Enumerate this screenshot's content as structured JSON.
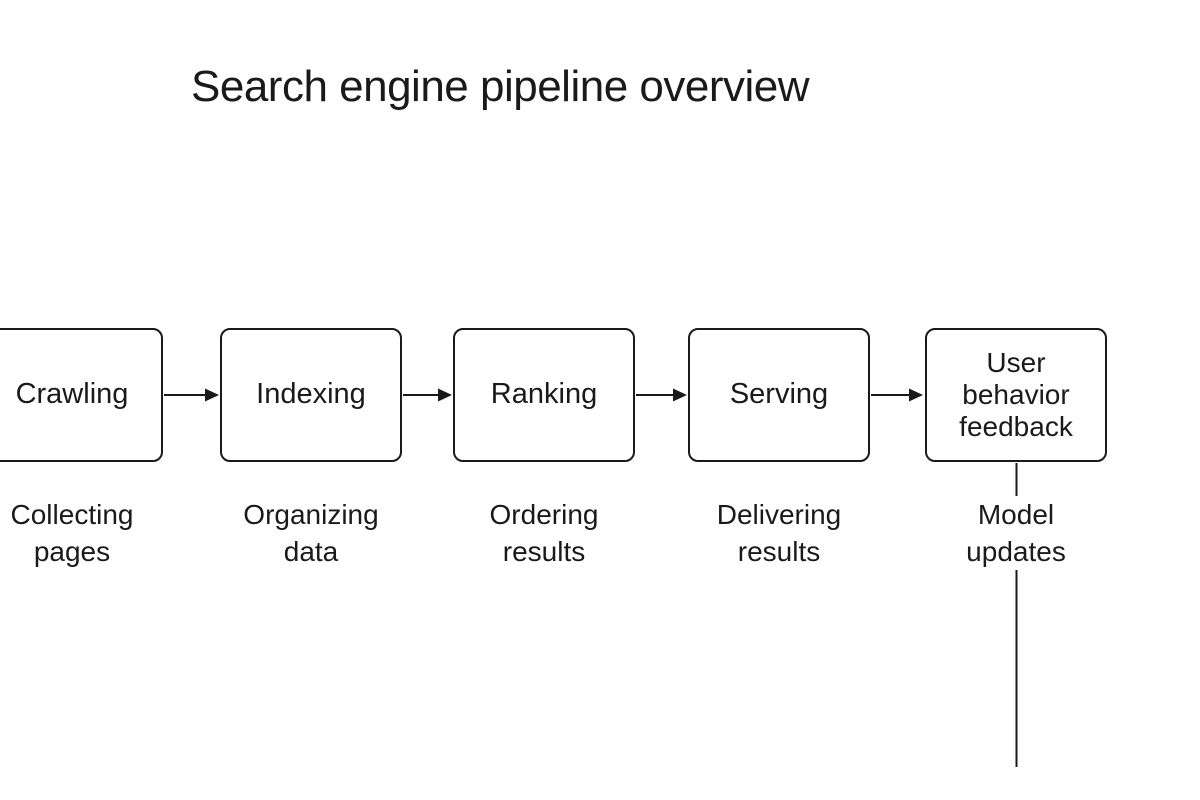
{
  "title": "Search engine pipeline overview",
  "colors": {
    "ink": "#1a1a1a",
    "background": "#ffffff"
  },
  "pipeline": {
    "nodes": [
      {
        "id": "crawling",
        "label": "Crawling",
        "caption": "Collecting\npages"
      },
      {
        "id": "indexing",
        "label": "Indexing",
        "caption": "Organizing\ndata"
      },
      {
        "id": "ranking",
        "label": "Ranking",
        "caption": "Ordering\nresults"
      },
      {
        "id": "serving",
        "label": "Serving",
        "caption": "Delivering\nresults"
      },
      {
        "id": "user-behavior-feedback",
        "label": "User\nbehavior\nfeedback",
        "caption": "Model\nupdates"
      }
    ],
    "edges": [
      {
        "from": "crawling",
        "to": "indexing",
        "style": "arrow-right"
      },
      {
        "from": "indexing",
        "to": "ranking",
        "style": "arrow-right"
      },
      {
        "from": "ranking",
        "to": "serving",
        "style": "arrow-right"
      },
      {
        "from": "serving",
        "to": "user-behavior-feedback",
        "style": "arrow-right"
      },
      {
        "from": "user-behavior-feedback",
        "to": "",
        "style": "line-down"
      }
    ]
  }
}
